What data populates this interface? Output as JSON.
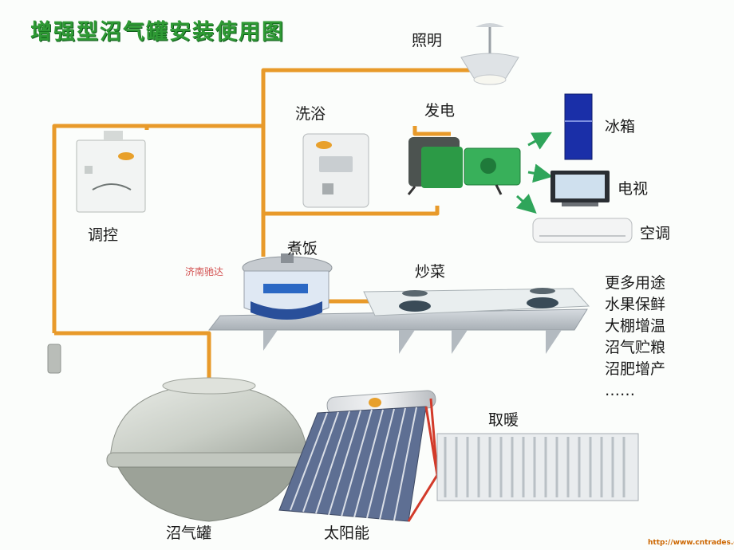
{
  "title": "增强型沼气罐安装使用图",
  "labels": {
    "lighting": "照明",
    "shower": "洗浴",
    "power": "发电",
    "fridge": "冰箱",
    "tv": "电视",
    "ac": "空调",
    "control": "调控",
    "rice": "煮饭",
    "stirfry": "炒菜",
    "heating": "取暖",
    "tank": "沼气罐",
    "solar": "太阳能"
  },
  "more_uses": [
    "更多用途",
    "水果保鲜",
    "大棚增温",
    "沼气贮粮",
    "沼肥增产",
    "……"
  ],
  "watermark": "济南驰达",
  "footer_url": "http://www.cntrades.com",
  "colors": {
    "title": "#2f9a35",
    "pipe": "#e89a2a",
    "arrow": "#2fa55a"
  }
}
